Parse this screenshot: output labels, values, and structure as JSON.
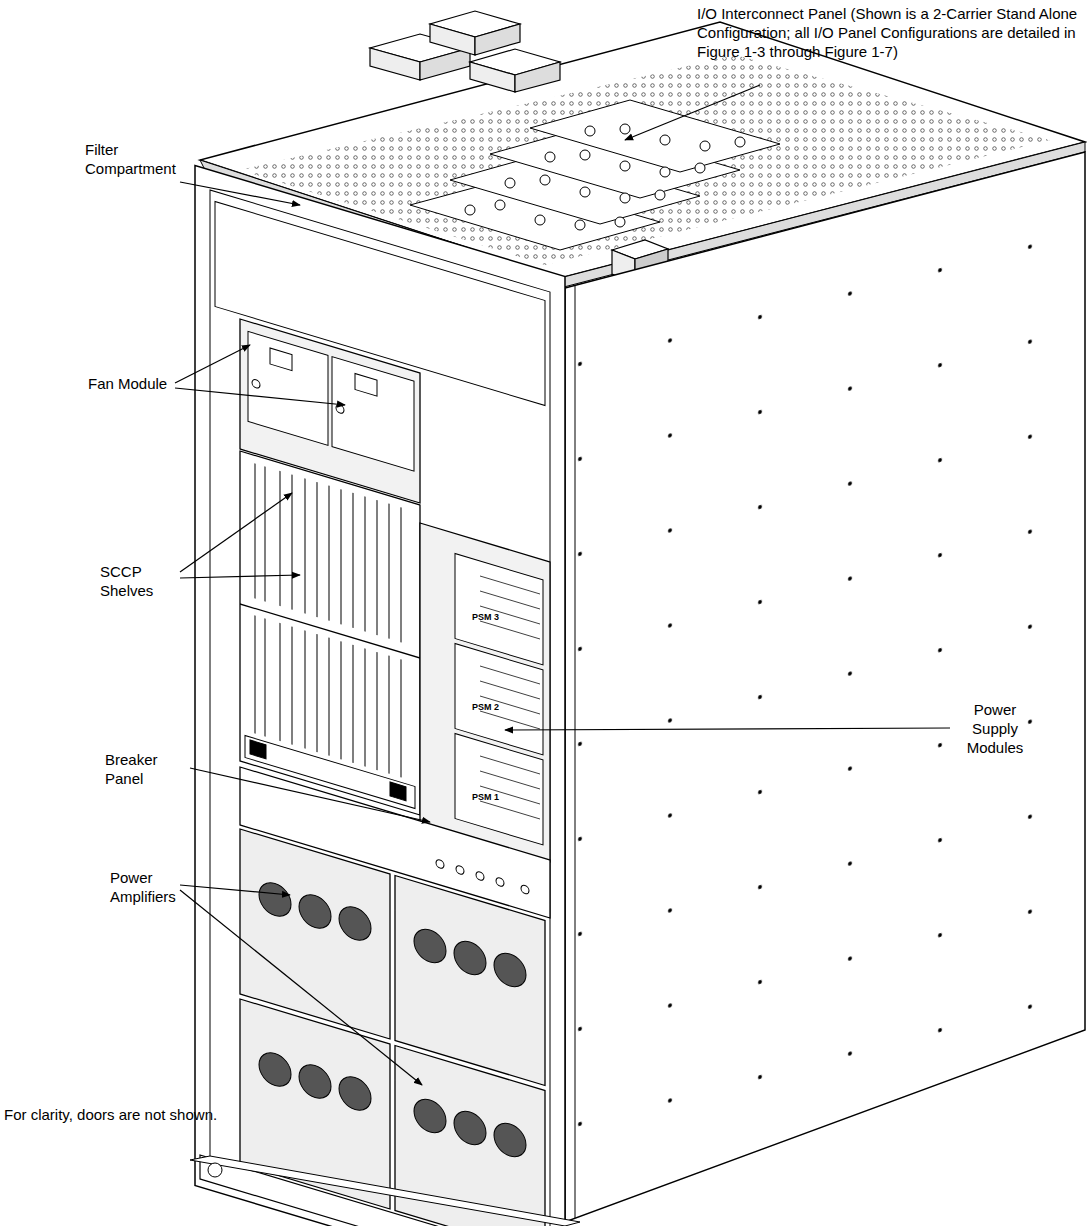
{
  "diagram": {
    "labels": [
      "I/O Interconnect Panel (Shown is a 2-Carrier Stand Alone Configuration; all I/O Panel Configurations are detailed in Figure 1-3 through Figure 1-7)",
      "Filter Compartment",
      "Fan Module",
      "SCCP Shelves",
      "Breaker Panel",
      "Power Amplifiers",
      "Power Supply Modules",
      "For clarity, doors are not shown.",
      "PSM 3",
      "PSM 2",
      "PSM 1"
    ]
  }
}
